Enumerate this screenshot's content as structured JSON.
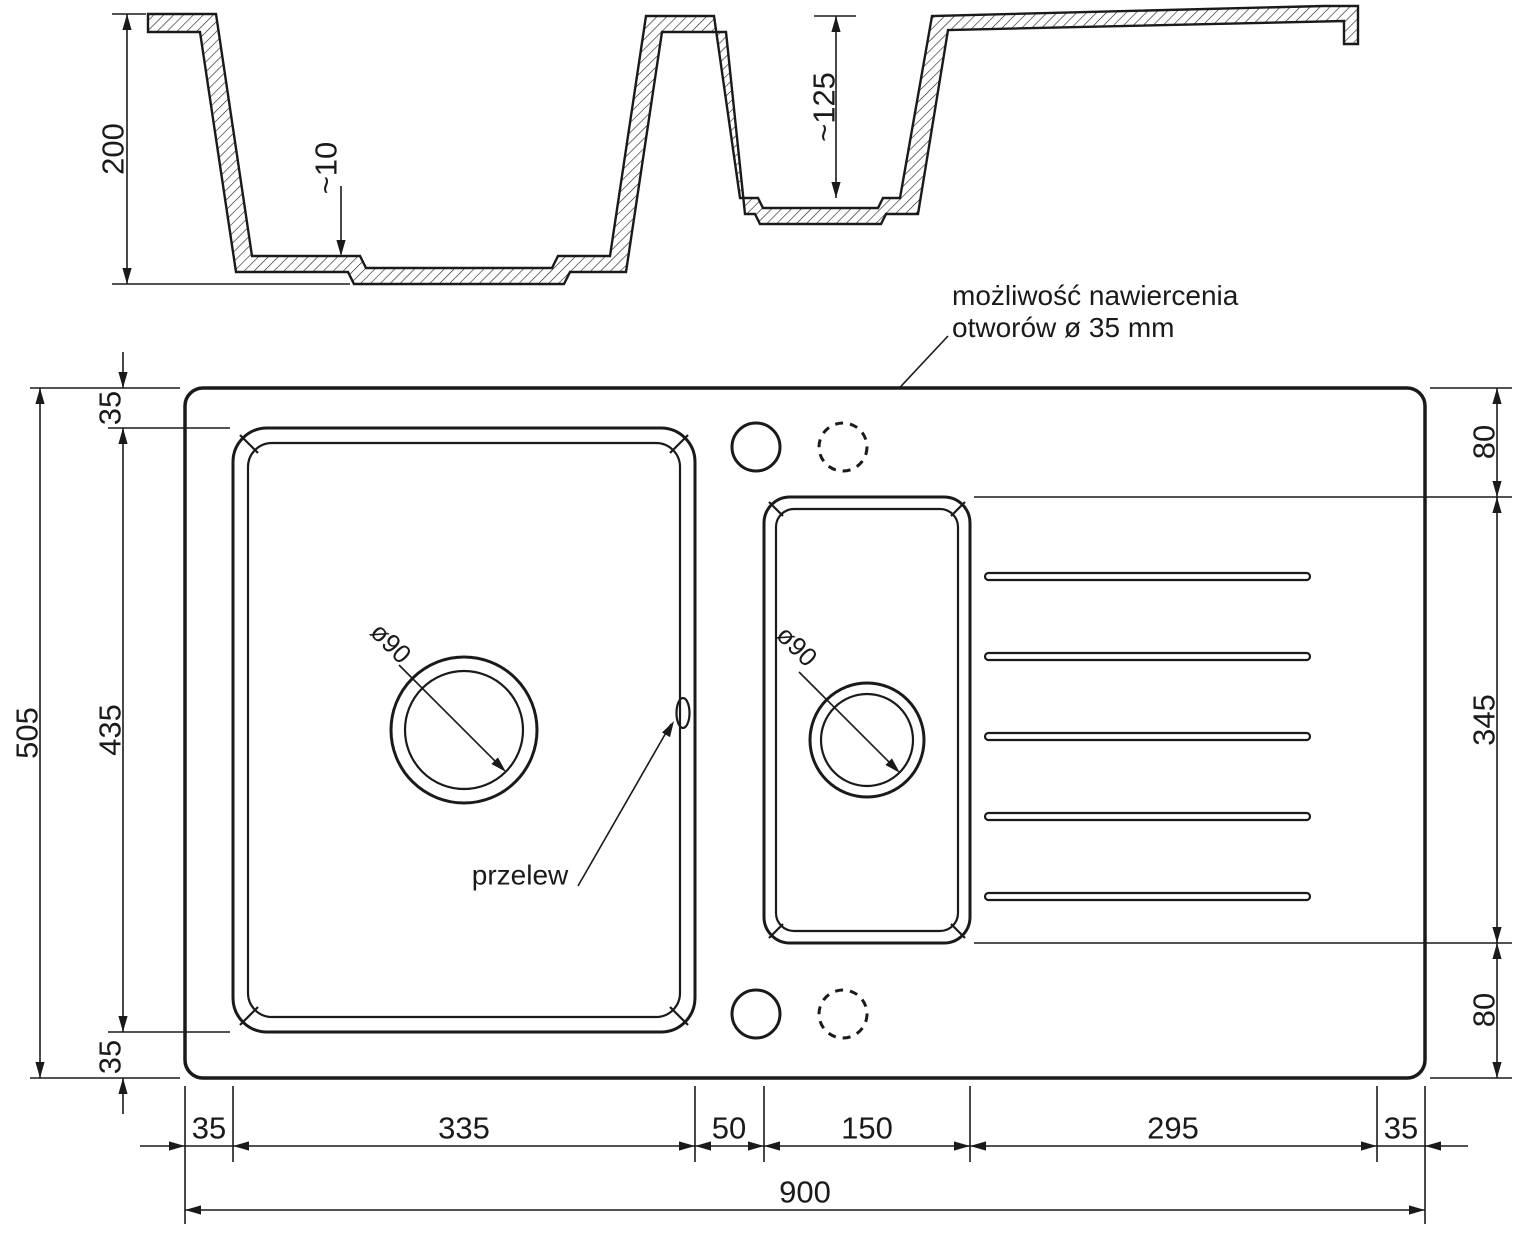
{
  "section": {
    "depth": "200",
    "bottom_step": "~10",
    "small_bowl_depth": "~125"
  },
  "note": {
    "line1": "możliwość nawiercenia",
    "line2": "otworów ø 35 mm"
  },
  "labels": {
    "overflow": "przelew",
    "main_drain_diameter": "ø90",
    "small_drain_diameter": "ø90"
  },
  "dims": {
    "overall_height": "505",
    "bowl_height": "435",
    "rim_top": "35",
    "rim_bottom": "35",
    "right_top": "80",
    "drainboard_height": "345",
    "right_bottom": "80",
    "rim_left": "35",
    "bowl_width": "335",
    "bowl_gap": "50",
    "small_bowl_width": "150",
    "drainboard_width": "295",
    "rim_right": "35",
    "overall_width": "900"
  },
  "colors": {
    "ink": "#1a1a1a",
    "paper": "#ffffff"
  }
}
